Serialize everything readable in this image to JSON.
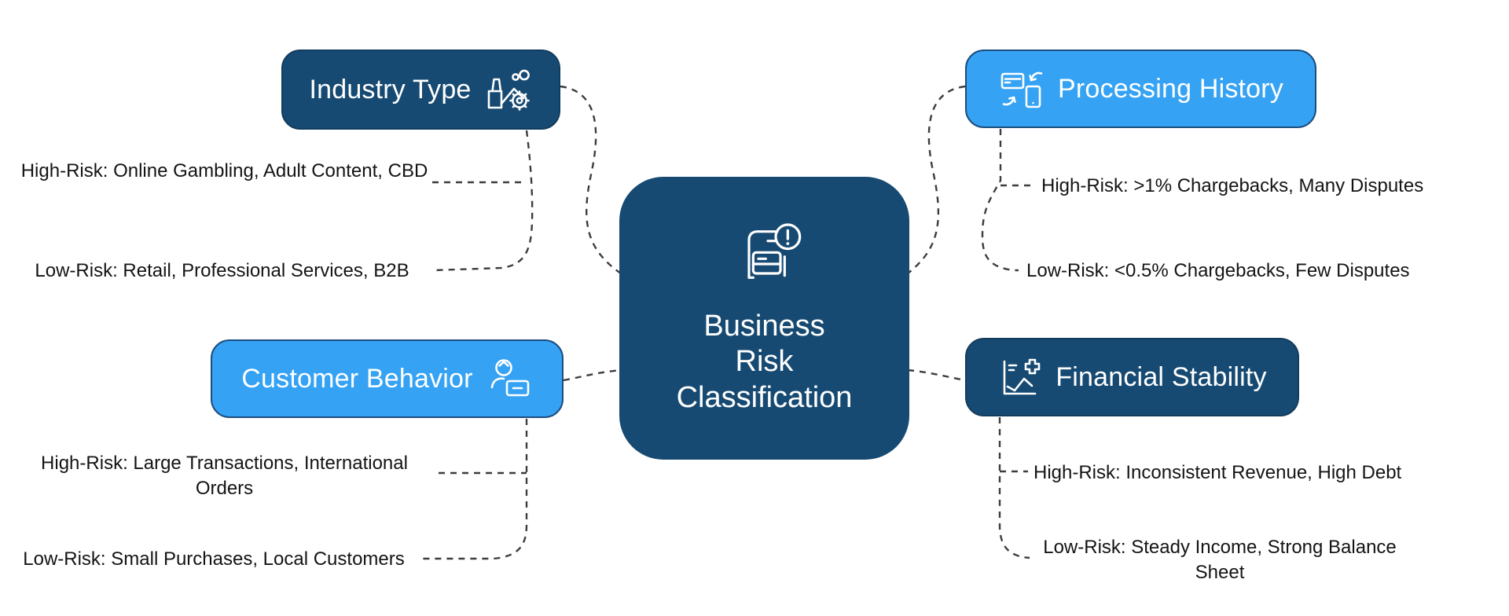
{
  "diagram": {
    "type": "mindmap",
    "palette": {
      "dark_blue": "#174a72",
      "light_blue": "#35a2f4",
      "node_border": "#1c4d7e",
      "connector": "#3d3d3d",
      "leaf_text": "#141414",
      "node_text": "#ffffff",
      "background": "#ffffff"
    },
    "center": {
      "title": "Business Risk Classification",
      "title_lines": [
        "Business",
        "Risk",
        "Classification"
      ],
      "icon": "receipt-card-alert-icon"
    },
    "branches": [
      {
        "id": "industry-type",
        "label": "Industry Type",
        "icon": "factory-gear-icon",
        "style": "dark",
        "side": "top-left",
        "children": [
          {
            "label": "High-Risk: Online Gambling, Adult Content, CBD"
          },
          {
            "label": "Low-Risk: Retail, Professional Services, B2B"
          }
        ]
      },
      {
        "id": "processing-history",
        "label": "Processing History",
        "icon": "card-phone-sync-icon",
        "style": "light",
        "side": "top-right",
        "children": [
          {
            "label": "High-Risk: >1% Chargebacks, Many Disputes"
          },
          {
            "label": "Low-Risk: <0.5% Chargebacks, Few Disputes"
          }
        ]
      },
      {
        "id": "customer-behavior",
        "label": "Customer Behavior",
        "icon": "person-card-icon",
        "style": "light",
        "side": "bottom-left",
        "children": [
          {
            "label": "High-Risk: Large Transactions, International Orders"
          },
          {
            "label": "Low-Risk: Small Purchases, Local Customers"
          }
        ]
      },
      {
        "id": "financial-stability",
        "label": "Financial Stability",
        "icon": "chart-plus-icon",
        "style": "dark",
        "side": "bottom-right",
        "children": [
          {
            "label": "High-Risk: Inconsistent Revenue, High Debt"
          },
          {
            "label": "Low-Risk: Steady Income, Strong Balance Sheet"
          }
        ]
      }
    ]
  }
}
